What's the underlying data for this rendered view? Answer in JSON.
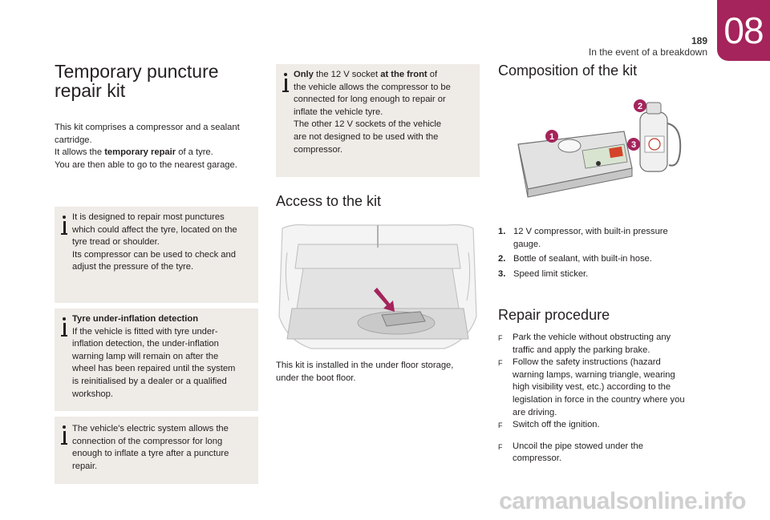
{
  "header": {
    "page_number": "189",
    "chapter_title": "In the event of a breakdown",
    "chapter_number": "08",
    "accent_color": "#a4245b"
  },
  "title": [
    "Temporary puncture",
    "repair kit"
  ],
  "intro": {
    "line1": "This kit comprises a compressor and a sealant",
    "line2": "cartridge.",
    "line3_pre": "It allows the ",
    "line3_bold": "temporary repair",
    "line3_post": " of a tyre.",
    "line4": "You are then able to go to the nearest garage."
  },
  "info_box_1": {
    "lines": [
      "It is designed to repair most punctures",
      "which could affect the tyre, located on the",
      "tyre tread or shoulder.",
      "Its compressor can be used to check and",
      "adjust the pressure of the tyre."
    ]
  },
  "info_box_2": {
    "heading": "Tyre under-inflation detection",
    "lines": [
      "If the vehicle is fitted with tyre under-",
      "inflation detection, the under-inflation",
      "warning lamp will remain on after the",
      "wheel has been repaired until the system",
      "is reinitialised by a dealer or a qualified",
      "workshop."
    ]
  },
  "info_box_3": {
    "lines": [
      "The vehicle's electric system allows the",
      "connection of the compressor for long",
      "enough to inflate a tyre after a puncture",
      "repair."
    ]
  },
  "info_box_4": {
    "line1_bold_a": "Only",
    "line1_mid": " the 12 V socket ",
    "line1_bold_b": "at the front",
    "line1_end": " of",
    "lines": [
      "the vehicle allows the compressor to be",
      "connected for long enough to repair or",
      "inflate the vehicle tyre.",
      "The other 12 V sockets of the vehicle",
      "are not designed to be used with the",
      "compressor."
    ]
  },
  "access": {
    "heading": "Access to the kit",
    "caption_lines": [
      "This kit is installed in the under floor storage,",
      "under the boot floor."
    ]
  },
  "composition": {
    "heading": "Composition of the kit",
    "callouts": [
      "1",
      "2",
      "3"
    ],
    "items": [
      {
        "num": "1.",
        "lines": [
          "12 V compressor, with built-in pressure",
          "gauge."
        ]
      },
      {
        "num": "2.",
        "lines": [
          "Bottle of sealant, with built-in hose."
        ]
      },
      {
        "num": "3.",
        "lines": [
          "Speed limit sticker."
        ]
      }
    ]
  },
  "repair": {
    "heading": "Repair procedure",
    "steps": [
      {
        "lines": [
          "Park the vehicle without obstructing any",
          "traffic and apply the parking brake."
        ]
      },
      {
        "lines": [
          "Follow the safety instructions (hazard",
          "warning lamps, warning triangle, wearing",
          "high visibility vest, etc.) according to the",
          "legislation in force in the country where you",
          "are driving."
        ]
      },
      {
        "lines": [
          "Switch off the ignition."
        ]
      },
      {
        "lines": [
          "Uncoil the pipe stowed under the",
          "compressor."
        ]
      }
    ],
    "bullet_glyph": "F"
  },
  "watermark": "carmanualsonline.info"
}
